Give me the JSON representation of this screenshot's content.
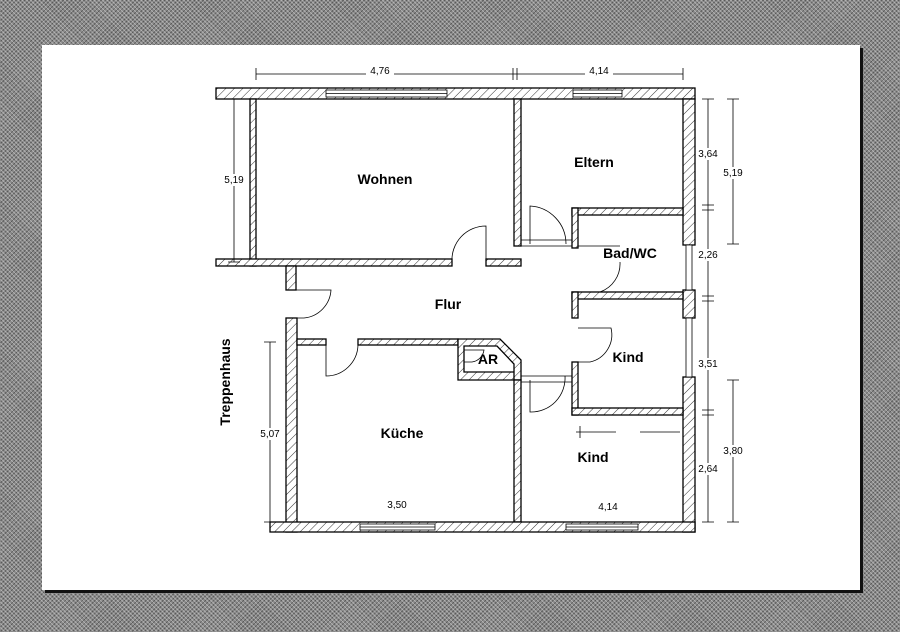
{
  "rooms": {
    "wohnen": "Wohnen",
    "eltern": "Eltern",
    "bad": "Bad/WC",
    "flur": "Flur",
    "kind1": "Kind",
    "ar": "AR",
    "kueche": "Küche",
    "kind2": "Kind",
    "treppenhaus": "Treppenhaus"
  },
  "dimensions": {
    "top_left": "4,76",
    "top_right": "4,14",
    "left_wohnen": "5,19",
    "left_kueche": "5,07",
    "right_inner_1": "3,64",
    "right_inner_2": "2,26",
    "right_inner_3": "3,51",
    "right_inner_4": "2,64",
    "right_outer_1": "5,19",
    "right_outer_2": "3,80",
    "bottom_kueche": "3,50",
    "bottom_kind": "4,14"
  }
}
